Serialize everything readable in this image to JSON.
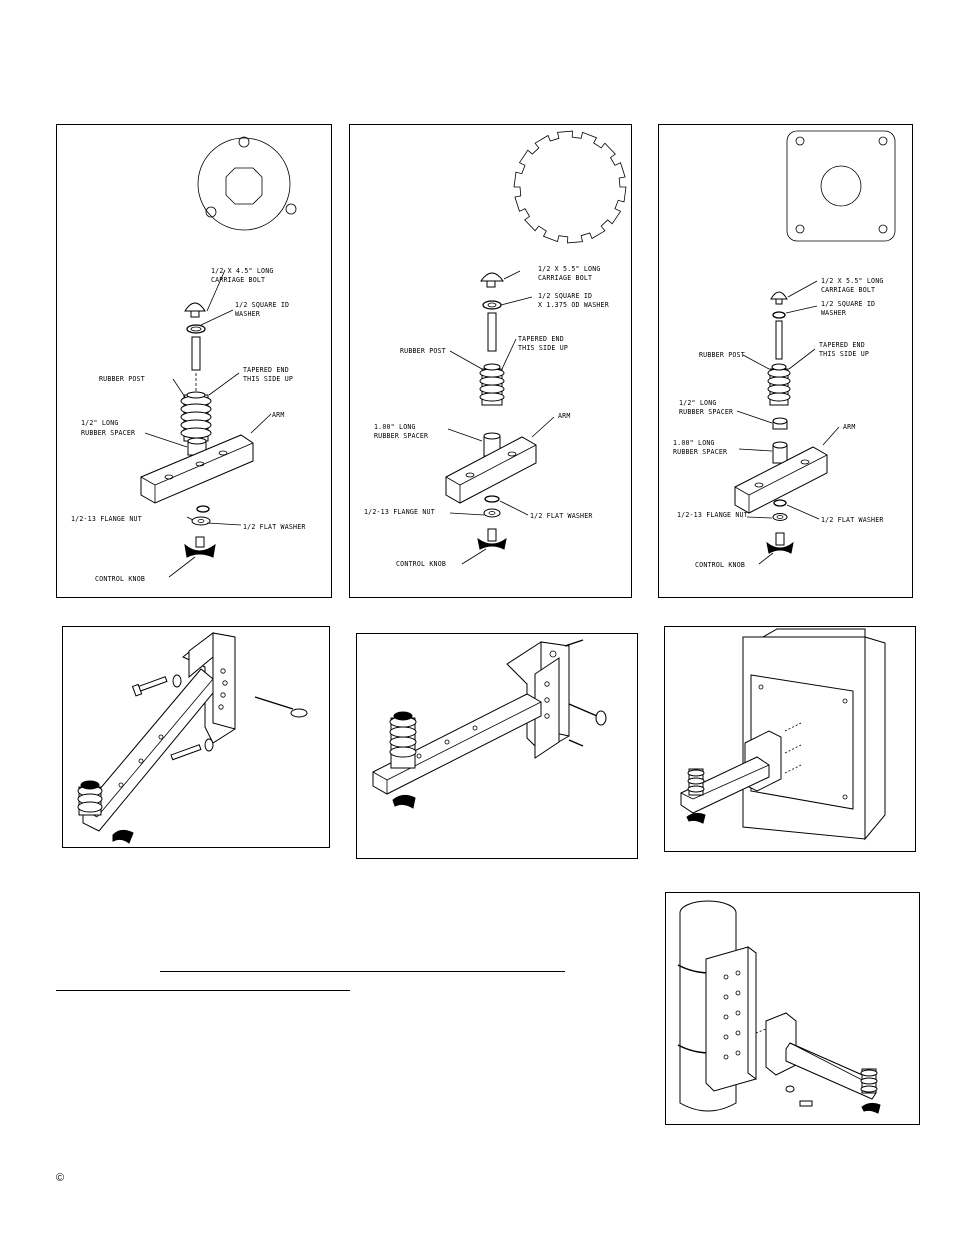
{
  "panel1": {
    "labels": {
      "bolt": [
        "1/2 X 4.5\" LONG",
        "CARRIAGE BOLT"
      ],
      "washer": [
        "1/2 SQUARE ID",
        "WASHER"
      ],
      "rubber_post": "RUBBER POST",
      "tapered": [
        "TAPERED END",
        "THIS SIDE UP"
      ],
      "spacer": [
        "1/2\" LONG",
        "RUBBER SPACER"
      ],
      "arm": "ARM",
      "flange_nut": "1/2-13 FLANGE NUT",
      "flat_washer": "1/2 FLAT WASHER",
      "knob": "CONTROL KNOB"
    }
  },
  "panel2": {
    "labels": {
      "bolt": [
        "1/2 X 5.5\" LONG",
        "CARRIAGE BOLT"
      ],
      "washer": [
        "1/2 SQUARE ID",
        "X 1.375 OD WASHER"
      ],
      "rubber_post": "RUBBER POST",
      "tapered": [
        "TAPERED END",
        "THIS SIDE UP"
      ],
      "spacer": [
        "1.00\" LONG",
        "RUBBER SPACER"
      ],
      "arm": "ARM",
      "flange_nut": "1/2-13 FLANGE NUT",
      "flat_washer": "1/2 FLAT WASHER",
      "knob": "CONTROL KNOB"
    }
  },
  "panel3": {
    "labels": {
      "bolt": [
        "1/2 X 5.5\" LONG",
        "CARRIAGE BOLT"
      ],
      "washer": [
        "1/2 SQUARE ID",
        "WASHER"
      ],
      "rubber_post": "RUBBER POST",
      "tapered": [
        "TAPERED END",
        "THIS SIDE UP"
      ],
      "spacer_half": [
        "1/2\" LONG",
        "RUBBER SPACER"
      ],
      "spacer_one": [
        "1.00\" LONG",
        "RUBBER SPACER"
      ],
      "arm": "ARM",
      "flange_nut": "1/2-13 FLANGE NUT",
      "flat_washer": "1/2 FLAT WASHER",
      "knob": "CONTROL KNOB"
    }
  },
  "footer": {
    "copyright": "©"
  }
}
